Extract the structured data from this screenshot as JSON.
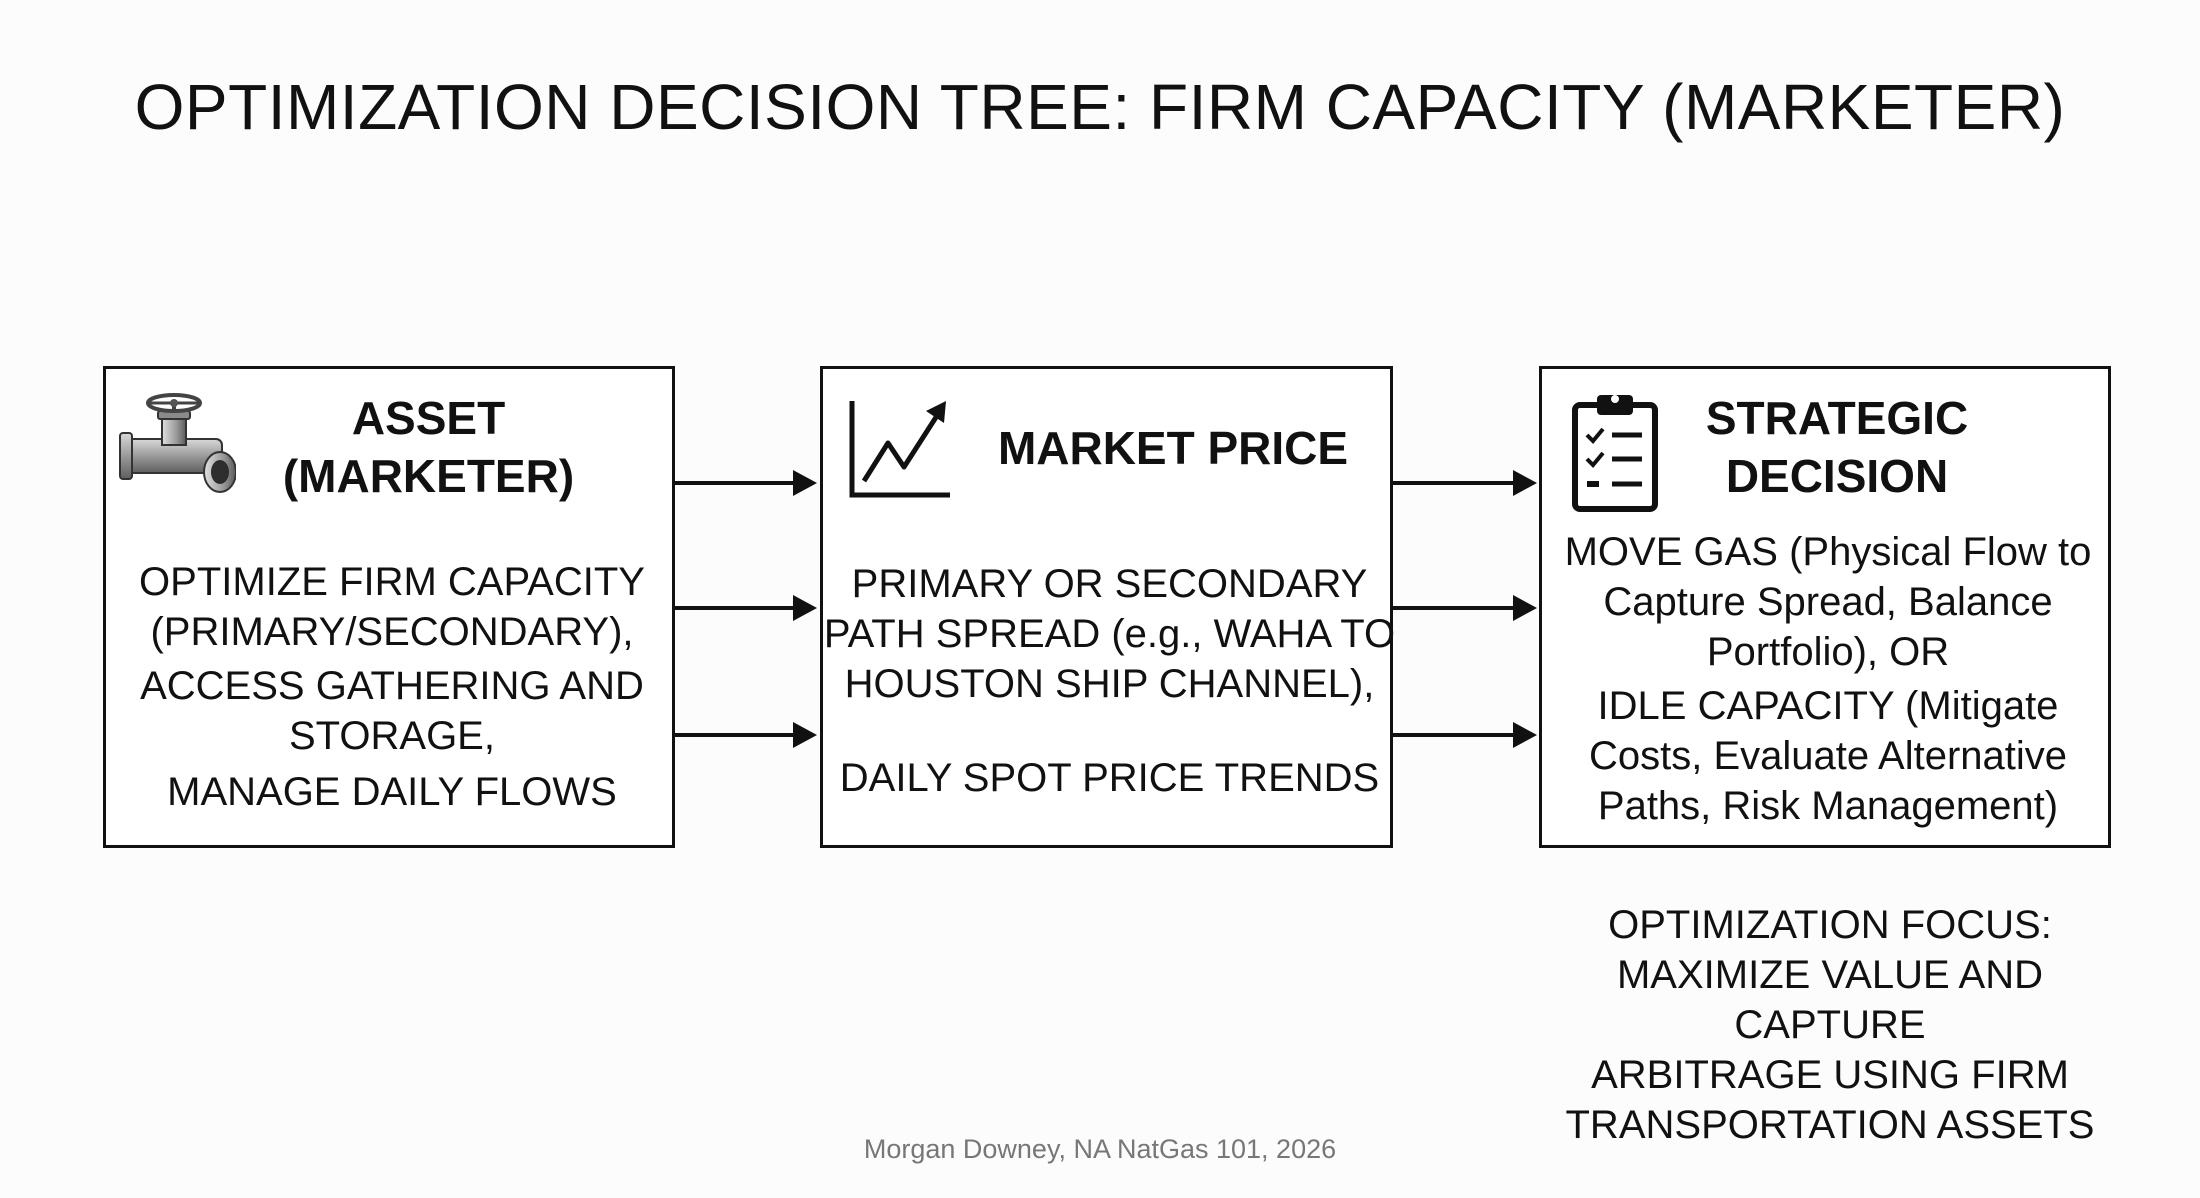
{
  "title": "OPTIMIZATION DECISION TREE: FIRM CAPACITY (MARKETER)",
  "nodes": {
    "asset": {
      "icon": "pipe-valve-icon",
      "heading": [
        "ASSET",
        "(MARKETER)"
      ],
      "body": [
        "OPTIMIZE FIRM CAPACITY",
        "(PRIMARY/SECONDARY),",
        "ACCESS GATHERING AND",
        "STORAGE,",
        "MANAGE DAILY FLOWS"
      ]
    },
    "market": {
      "icon": "line-chart-icon",
      "heading": [
        "MARKET PRICE"
      ],
      "body": [
        "PRIMARY OR SECONDARY",
        "PATH SPREAD (e.g., WAHA TO",
        "HOUSTON SHIP CHANNEL),",
        "",
        "DAILY SPOT PRICE TRENDS"
      ]
    },
    "decision": {
      "icon": "clipboard-checklist-icon",
      "heading": [
        "STRATEGIC",
        "DECISION"
      ],
      "body": [
        "MOVE GAS (Physical Flow to",
        "Capture Spread, Balance",
        "Portfolio), OR",
        "IDLE CAPACITY (Mitigate",
        "Costs, Evaluate Alternative",
        "Paths, Risk Management)"
      ]
    }
  },
  "focus": [
    "OPTIMIZATION FOCUS:",
    "MAXIMIZE VALUE AND CAPTURE",
    "ARBITRAGE USING FIRM",
    "TRANSPORTATION ASSETS"
  ],
  "credit": "Morgan Downey, NA NatGas 101, 2026"
}
